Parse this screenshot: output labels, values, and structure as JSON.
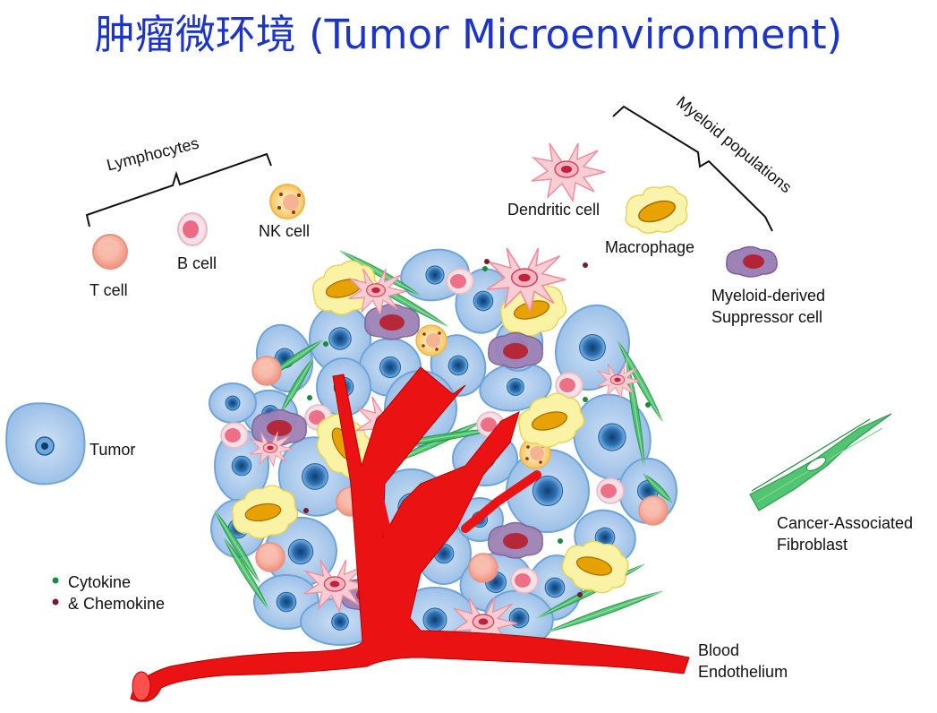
{
  "title": "肿瘤微环境 (Tumor Microenvironment)",
  "labels": {
    "lymphocytes": "Lymphocytes",
    "t_cell": "T cell",
    "b_cell": "B cell",
    "nk_cell": "NK cell",
    "myeloid_populations": "Myeloid populations",
    "dendritic_cell": "Dendritic cell",
    "macrophage": "Macrophage",
    "mdsc_line1": "Myeloid-derived",
    "mdsc_line2": "Suppressor cell",
    "tumor": "Tumor",
    "caf_line1": "Cancer-Associated",
    "caf_line2": "Fibroblast",
    "cytokine": "Cytokine",
    "chemokine": "& Chemokine",
    "blood_line1": "Blood",
    "blood_line2": "Endothelium"
  },
  "colors": {
    "title": "#1c35c8",
    "tumor_fill": "#a9c9ec",
    "tumor_outline": "#6ea4da",
    "nucleus": "#1c5a94",
    "vessel": "#e81010",
    "t_cell": "#f3a292",
    "b_cell": "#ee6f86",
    "nk_cell": "#f6c766",
    "macrophage": "#faf3a6",
    "macrophage_nucleus": "#e7a100",
    "mdsc": "#8c70a6",
    "mdsc_nucleus": "#b4283a",
    "dendritic": "#f4a0ae",
    "fibroblast": "#2fb55a",
    "cytokine_dot": "#1b8a3c",
    "chemokine_dot": "#7a1830"
  }
}
